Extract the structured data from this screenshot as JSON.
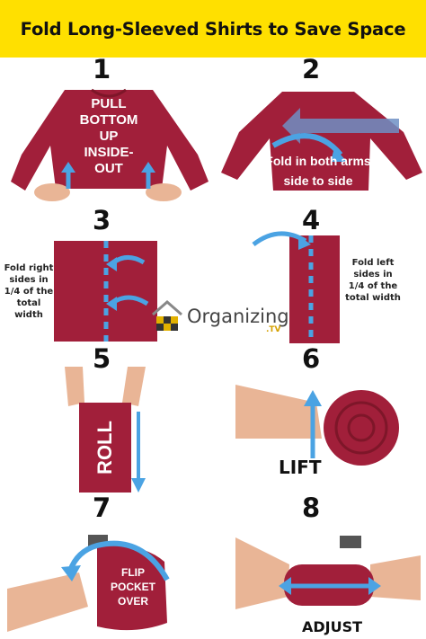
{
  "header": {
    "title": "Fold Long-Sleeved Shirts to Save Space",
    "bg": "#ffe000"
  },
  "colors": {
    "shirt": "#a11f3a",
    "arrow": "#4ba3e3"
  },
  "steps": [
    {
      "number": "1",
      "text": [
        "PULL",
        "BOTTOM",
        "UP",
        "INSIDE-",
        "OUT"
      ]
    },
    {
      "number": "2",
      "text": [
        "Fold in both arms",
        "side to side"
      ]
    },
    {
      "number": "3",
      "note": [
        "Fold right",
        "sides in",
        "1/4 of the",
        "total width"
      ]
    },
    {
      "number": "4",
      "note": [
        "Fold left",
        "sides in",
        "1/4 of the",
        "total width"
      ]
    },
    {
      "number": "5",
      "text": "ROLL"
    },
    {
      "number": "6",
      "text": "LIFT"
    },
    {
      "number": "7",
      "text": [
        "FLIP",
        "POCKET",
        "OVER"
      ]
    },
    {
      "number": "8",
      "text": "ADJUST"
    }
  ],
  "logo": {
    "word": "Organizing",
    "suffix": ".TV"
  }
}
